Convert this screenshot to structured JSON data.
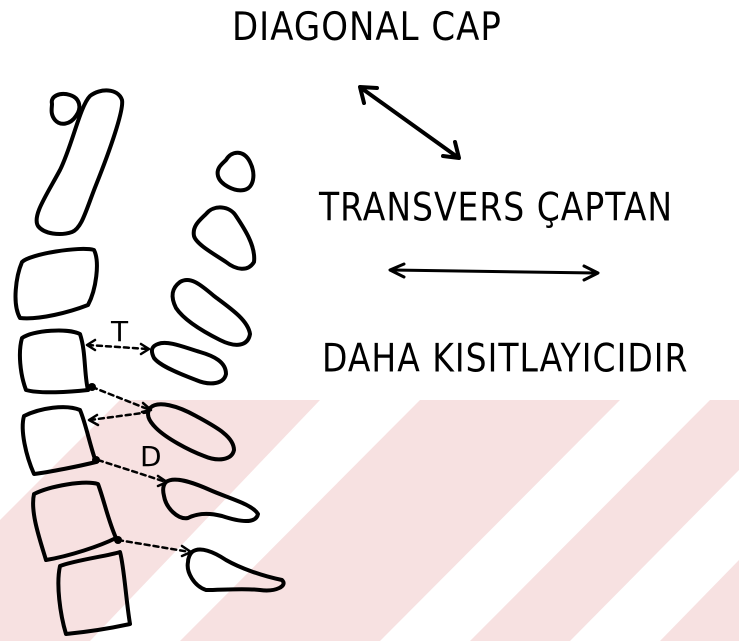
{
  "labels": {
    "top": "DIAGONAL CAP",
    "middle": "TRANSVERS ÇAPTAN",
    "bottom": "DAHA KISITLAYICIDIR"
  },
  "markers": {
    "transverse": "T",
    "diagonal": "D"
  },
  "colors": {
    "ink": "#000000",
    "watermark": "#f6dede",
    "background": "#ffffff"
  }
}
